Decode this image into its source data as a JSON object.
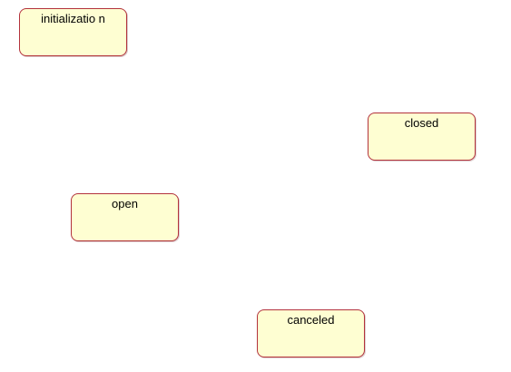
{
  "diagram": {
    "states": [
      {
        "id": "initialization",
        "label": "initializatio n"
      },
      {
        "id": "closed",
        "label": "closed"
      },
      {
        "id": "open",
        "label": "open"
      },
      {
        "id": "canceled",
        "label": "canceled"
      }
    ],
    "colors": {
      "state_fill": "#fefed2",
      "state_border": "#b3323c",
      "text": "#000000",
      "background": "#ffffff"
    }
  }
}
